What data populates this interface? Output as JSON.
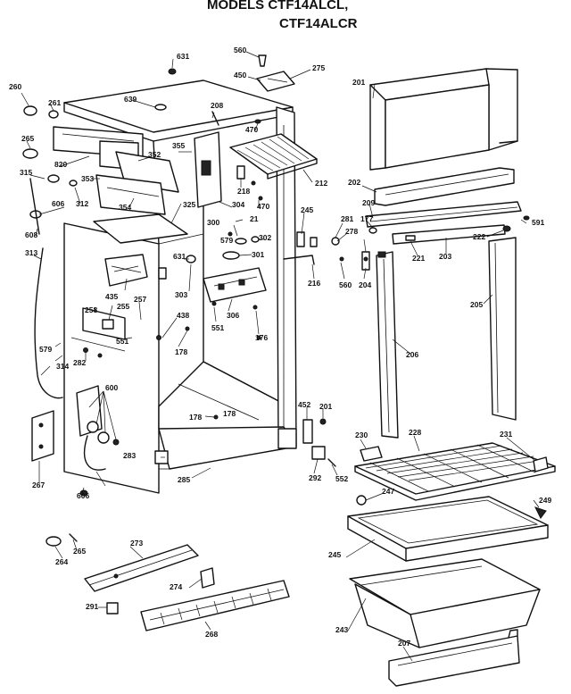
{
  "header": {
    "line1": "MODELS CTF14ALCL,",
    "line2": "CTF14ALCR"
  },
  "labels": [
    "631",
    "560",
    "450",
    "275",
    "201",
    "260",
    "261",
    "639",
    "208",
    "470",
    "265",
    "355",
    "820",
    "352",
    "212",
    "315",
    "353",
    "218",
    "202",
    "209",
    "177",
    "591",
    "606",
    "312",
    "354",
    "325",
    "304",
    "470",
    "21",
    "245",
    "281",
    "278",
    "222",
    "608",
    "300",
    "302",
    "301",
    "221",
    "203",
    "313",
    "631",
    "579",
    "216",
    "560",
    "204",
    "435",
    "257",
    "303",
    "205",
    "258",
    "255",
    "306",
    "551",
    "438",
    "551",
    "178",
    "176",
    "579",
    "178",
    "206",
    "314",
    "282",
    "600",
    "178",
    "452",
    "201",
    "230",
    "228",
    "231",
    "267",
    "283",
    "285",
    "292",
    "552",
    "606",
    "247",
    "249",
    "264",
    "265",
    "273",
    "245",
    "274",
    "291",
    "243",
    "268",
    "207"
  ]
}
